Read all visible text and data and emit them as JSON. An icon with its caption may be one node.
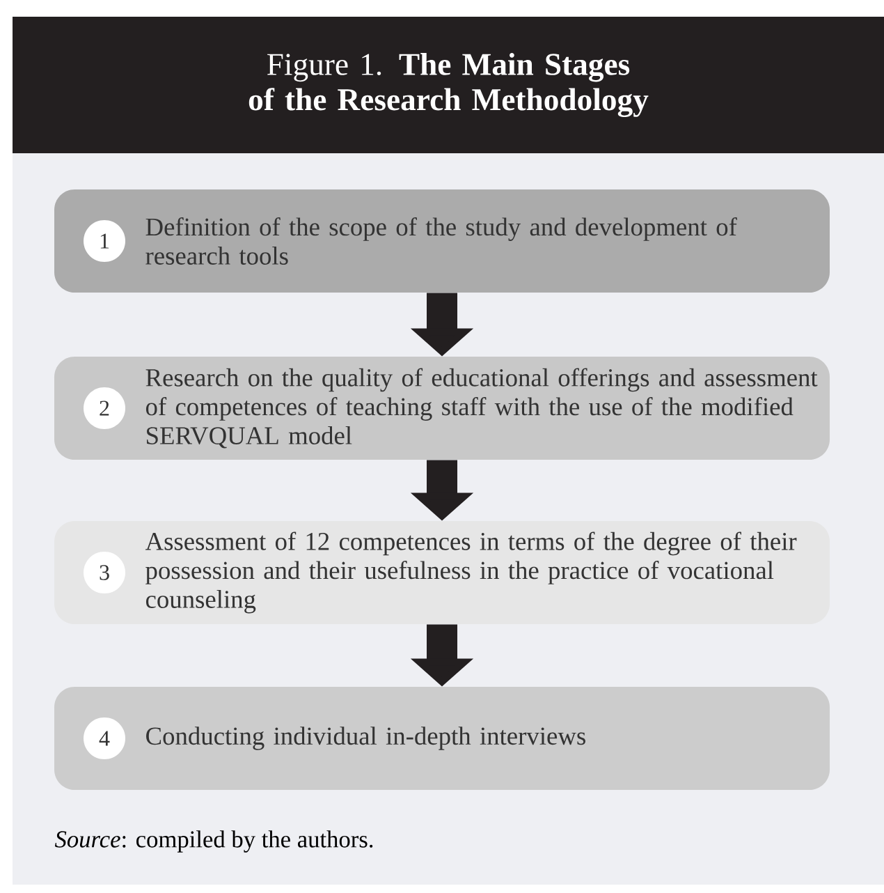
{
  "diagram": {
    "title": "Figure 1. **The Main Stages of the Research Methodology**",
    "caption": "*Source*: compiled by the authors.",
    "nodes": [
      {
        "text": [
          "1",
          "Definition of the scope of the study and development of research tools"
        ]
      },
      {
        "text": [
          "2",
          "Research on the quality of educational offerings and assessment of competences of teaching staff with the use of the modified SERVQUAL model"
        ]
      },
      {
        "text": [
          "3",
          "Assessment of 12 competences in terms of the degree of their possession and their usefulness in the practice of vocational counseling"
        ]
      },
      {
        "text": [
          "4",
          "Conducting individual in-depth interviews"
        ]
      }
    ],
    "edges": [
      {
        "from": 0,
        "to": 1,
        "arrow": "to"
      },
      {
        "from": 1,
        "to": 2,
        "arrow": "to"
      },
      {
        "from": 2,
        "to": 3,
        "arrow": "to"
      }
    ]
  }
}
